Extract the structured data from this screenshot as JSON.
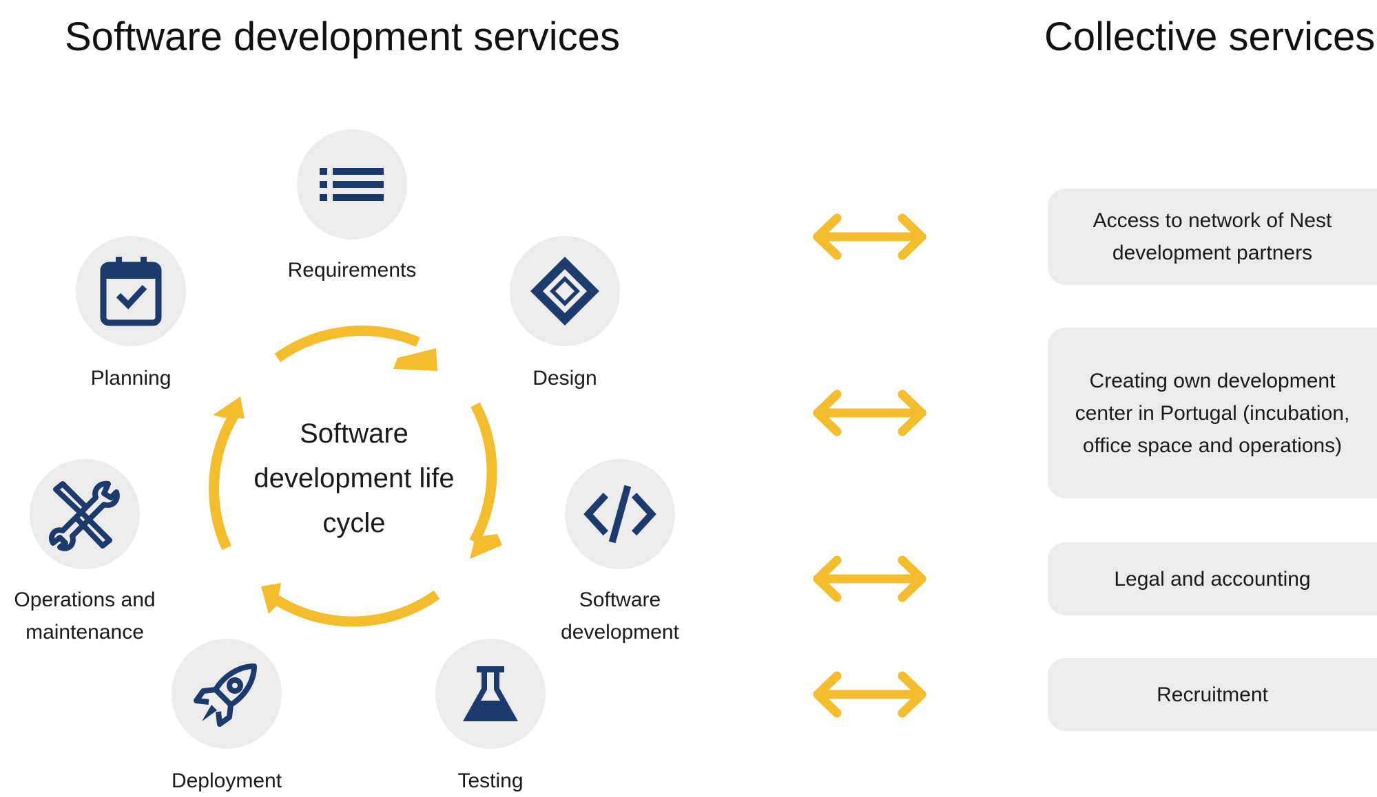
{
  "left_title": "Software development services",
  "right_title": "Collective services",
  "cycle_center": "Software development life cycle",
  "steps": [
    {
      "label": "Requirements",
      "icon": "list-icon"
    },
    {
      "label": "Design",
      "icon": "diamond-icon"
    },
    {
      "label": "Software development",
      "icon": "code-icon"
    },
    {
      "label": "Testing",
      "icon": "flask-icon"
    },
    {
      "label": "Deployment",
      "icon": "rocket-icon"
    },
    {
      "label": "Operations and maintenance",
      "icon": "tools-icon"
    },
    {
      "label": "Planning",
      "icon": "calendar-check-icon"
    }
  ],
  "collective_services": [
    "Access to network of Nest development partners",
    "Creating own development center in Portugal (incubation, office space and operations)",
    "Legal and accounting",
    "Recruitment"
  ],
  "colors": {
    "accent_yellow": "#f3bd2e",
    "icon_navy": "#1c3a6b",
    "circle_gray": "#ececec"
  }
}
